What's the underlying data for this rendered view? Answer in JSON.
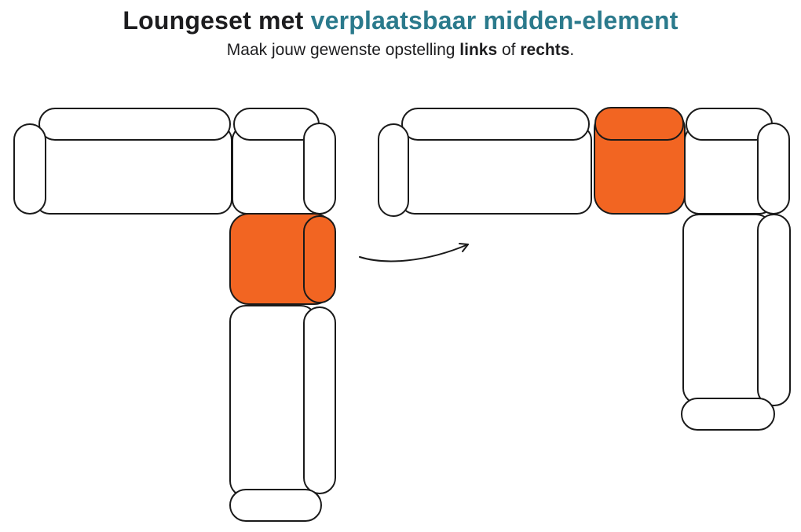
{
  "header": {
    "title_black": "Loungeset met",
    "title_teal": "verplaatsbaar midden-element",
    "subtitle_prefix": "Maak jouw gewenste opstelling",
    "subtitle_bold1": "links",
    "subtitle_mid": "of",
    "subtitle_bold2": "rechts",
    "subtitle_suffix": "."
  },
  "colors": {
    "accent_teal": "#2B7A8C",
    "accent_orange": "#F26522",
    "outline_black": "#1A1A1A",
    "sofa_fill": "#FFFFFF",
    "text_black": "#1D1D1F"
  },
  "icons": {
    "arrow": "curved-arrow-icon"
  }
}
